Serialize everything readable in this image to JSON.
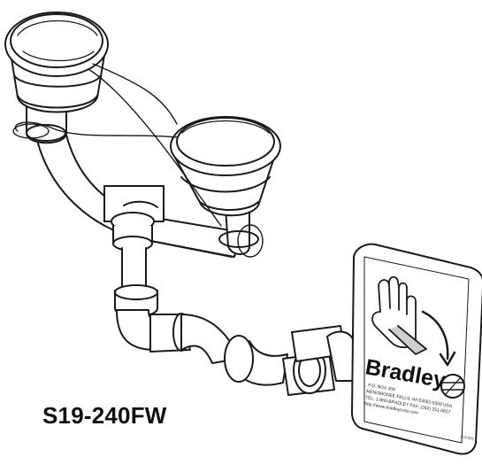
{
  "model_number": "S19-240FW",
  "sign": {
    "brand": "Bradley",
    "address_lines": [
      "P.O. BOX 309",
      "MENOMONEE FALLS, WI 53052-0309 USA",
      "TEL: 1-800-BRADLEY   FAX: (262) 251-5817",
      "http://www.bradleycorp.com"
    ],
    "fine_print": "1.10.003"
  },
  "colors": {
    "line": "#1a1a1a",
    "fill": "#ffffff",
    "shade": "#d9d9d9"
  },
  "icons": [
    "eyewash-head-icon",
    "push-handle-hand-icon",
    "bradley-logo-icon",
    "pipe-fitting-icon"
  ]
}
